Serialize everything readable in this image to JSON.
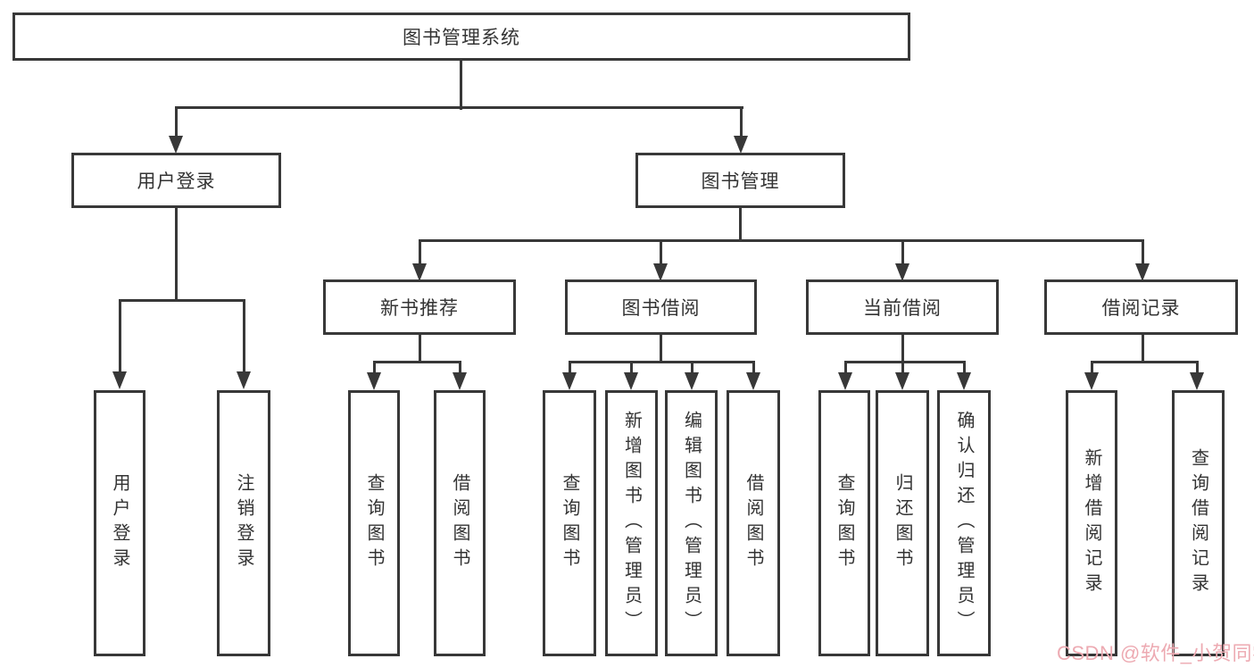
{
  "colors": {
    "line": "#383838",
    "text": "#333333",
    "watermark": "#edaab2",
    "background": "#ffffff"
  },
  "watermark": {
    "text": "CSDN @软件_小贺同学"
  },
  "tree": {
    "root": {
      "label": "图书管理系统",
      "children": [
        {
          "label": "用户登录",
          "children": [
            {
              "label": "用户登录"
            },
            {
              "label": "注销登录"
            }
          ]
        },
        {
          "label": "图书管理",
          "children": [
            {
              "label": "新书推荐",
              "children": [
                {
                  "label": "查询图书"
                },
                {
                  "label": "借阅图书"
                }
              ]
            },
            {
              "label": "图书借阅",
              "children": [
                {
                  "label": "查询图书"
                },
                {
                  "label": "新增图书（管理员）"
                },
                {
                  "label": "编辑图书（管理员）"
                },
                {
                  "label": "借阅图书"
                }
              ]
            },
            {
              "label": "当前借阅",
              "children": [
                {
                  "label": "查询图书"
                },
                {
                  "label": "归还图书"
                },
                {
                  "label": "确认归还（管理员）"
                }
              ]
            },
            {
              "label": "借阅记录",
              "children": [
                {
                  "label": "新增借阅记录"
                },
                {
                  "label": "查询借阅记录"
                }
              ]
            }
          ]
        }
      ]
    }
  }
}
